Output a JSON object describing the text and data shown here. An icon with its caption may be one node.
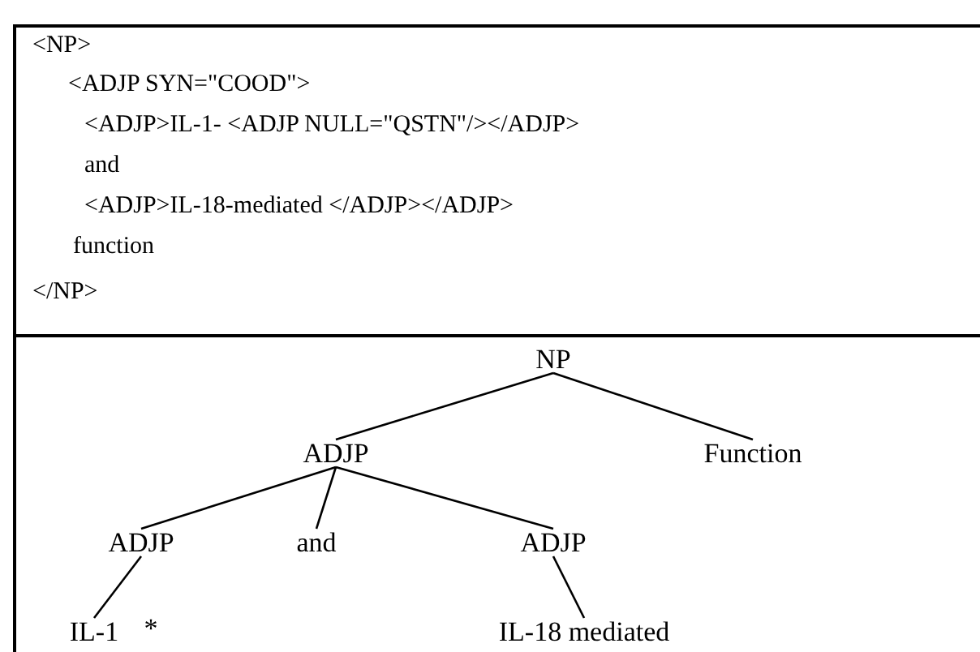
{
  "diagram": {
    "nodes": [
      {
        "text": [
          "<NP>",
          "<ADJP SYN=\"COOD\">",
          "<ADJP>IL-1- <ADJP NULL=\"QSTN\"/></ADJP>",
          "and",
          "<ADJP>IL-18-mediated </ADJP></ADJP>",
          "function",
          "</NP>"
        ]
      },
      {
        "text": [
          "NP"
        ]
      },
      {
        "text": [
          "ADJP"
        ]
      },
      {
        "text": [
          "Function"
        ]
      },
      {
        "text": [
          "ADJP"
        ]
      },
      {
        "text": [
          "and"
        ]
      },
      {
        "text": [
          "ADJP"
        ]
      },
      {
        "text": [
          "IL-1"
        ]
      },
      {
        "text": [
          "*"
        ]
      },
      {
        "text": [
          "IL-18 mediated"
        ]
      }
    ],
    "edges": [
      {
        "from": 1,
        "to": 2,
        "arrow": "none"
      },
      {
        "from": 1,
        "to": 3,
        "arrow": "none"
      },
      {
        "from": 2,
        "to": 4,
        "arrow": "none"
      },
      {
        "from": 2,
        "to": 5,
        "arrow": "none"
      },
      {
        "from": 2,
        "to": 6,
        "arrow": "none"
      },
      {
        "from": 4,
        "to": 7,
        "arrow": "none"
      },
      {
        "from": 6,
        "to": 9,
        "arrow": "none"
      }
    ]
  }
}
